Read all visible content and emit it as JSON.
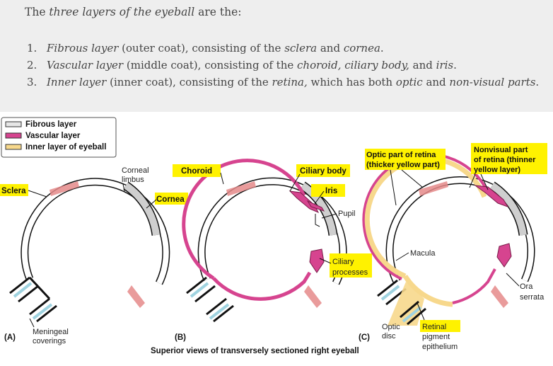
{
  "intro": {
    "prefix": "The ",
    "emphasis": "three layers of the eyeball",
    "suffix": " are the:"
  },
  "layers": [
    {
      "number": "1.",
      "term": "Fibrous layer",
      "desc_a": " (outer coat), consisting of the ",
      "em_a": "sclera",
      "desc_b": " and ",
      "em_b": "cornea",
      "desc_c": "."
    },
    {
      "number": "2.",
      "term": "Vascular layer",
      "desc_a": " (middle coat), consisting of the ",
      "em_a": "choroid, ciliary body,",
      "desc_b": " and ",
      "em_b": "iris",
      "desc_c": "."
    },
    {
      "number": "3.",
      "term": "Inner layer",
      "desc_a": " (inner coat), consisting of the ",
      "em_a": "retina,",
      "desc_b": " which has both ",
      "em_b": "optic",
      "desc_c": " and ",
      "em_c": "non-visual parts",
      "desc_d": "."
    }
  ],
  "legend": [
    {
      "label": "Fibrous layer",
      "color": "#e6e6e6"
    },
    {
      "label": "Vascular layer",
      "color": "#d6448f"
    },
    {
      "label": "Inner layer of eyeball",
      "color": "#f7d88c"
    }
  ],
  "panels": {
    "a": {
      "letter": "(A)",
      "sclera": "Sclera",
      "corneal_limbus": [
        "Corneal",
        "limbus"
      ],
      "cornea": "Cornea",
      "meningeal": [
        "Meningeal",
        "coverings"
      ]
    },
    "b": {
      "letter": "(B)",
      "choroid": "Choroid",
      "ciliary_body": "Ciliary body",
      "iris": "Iris",
      "pupil": "Pupil",
      "ciliary_processes": [
        "Ciliary",
        "processes"
      ]
    },
    "c": {
      "letter": "(C)",
      "optic_part": [
        "Optic part of retina",
        "(thicker yellow part)"
      ],
      "nonvisual_part": [
        "Nonvisual part",
        "of retina (thinner",
        "yellow layer)"
      ],
      "macula": "Macula",
      "ora_serrata": [
        "Ora",
        "serrata"
      ],
      "optic_disc": [
        "Optic",
        "disc"
      ],
      "retinal_pigment": [
        "Retinal",
        "pigment",
        "epithelium"
      ]
    }
  },
  "caption": "Superior views of transversely sectioned right eyeball",
  "colors": {
    "highlight": "#fff200",
    "vascular": "#d6448f",
    "inner": "#f7d88c",
    "fibrous": "#e6e6e6",
    "nerve": "#9fd3e0"
  }
}
